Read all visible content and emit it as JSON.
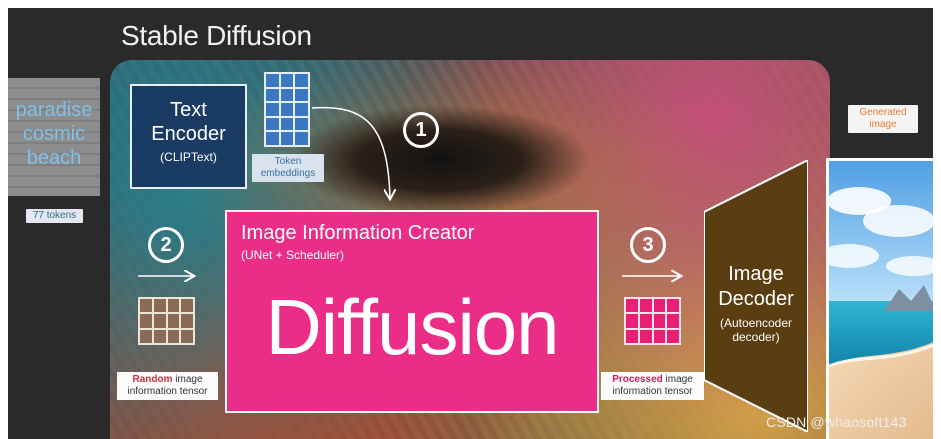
{
  "title": "Stable Diffusion",
  "prompt": {
    "lines": [
      "paradise",
      "cosmic",
      "beach"
    ],
    "token_count_label": "77 tokens"
  },
  "text_encoder": {
    "line1": "Text",
    "line2": "Encoder",
    "line3": "(CLIPText)"
  },
  "token_embeddings": {
    "line1": "Token",
    "line2": "embeddings"
  },
  "steps": [
    "1",
    "2",
    "3"
  ],
  "image_information_creator": {
    "title": "Image Information Creator",
    "subtitle": "(UNet + Scheduler)",
    "big_label": "Diffusion"
  },
  "random_tensor": {
    "bold": "Random",
    "rest_line1": " image",
    "line2": "information tensor"
  },
  "processed_tensor": {
    "bold": "Processed",
    "rest_line1": " image",
    "line2": "information tensor"
  },
  "image_decoder": {
    "line1": "Image",
    "line2": "Decoder",
    "line3": "(Autoencoder",
    "line4": "decoder)"
  },
  "generated_image": {
    "line1": "Generated",
    "line2": "image"
  },
  "watermark": "CSDN @whaosoft143",
  "colors": {
    "background": "#2a2a2a",
    "text_encoder": "#1a3b63",
    "diffusion_box": "#ea2d86",
    "decoder": "#5a3d10",
    "token_grid": "#3b76c2",
    "random_grid": "#8a6b55",
    "processed_grid": "#e91e74",
    "prompt_text": "#7ec1e9",
    "generated_label": "#f07a2d"
  }
}
